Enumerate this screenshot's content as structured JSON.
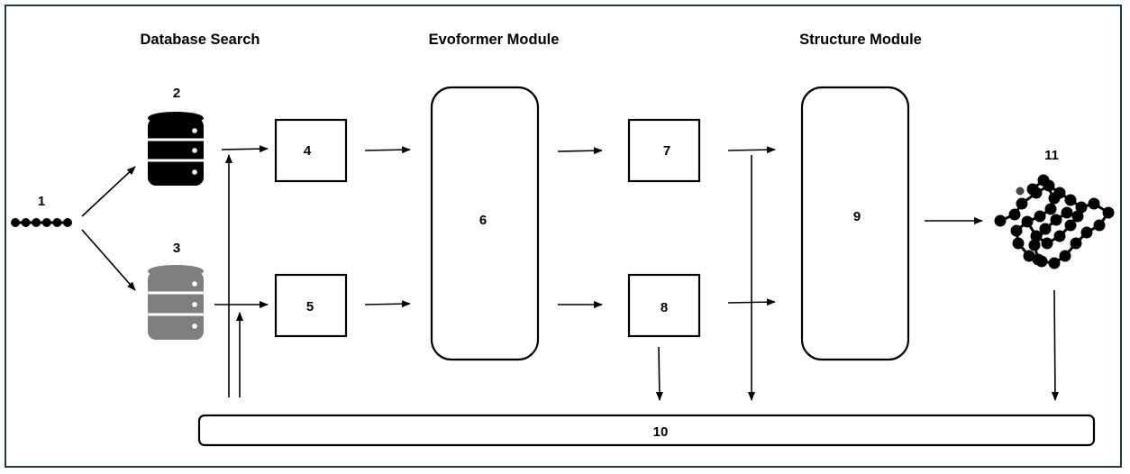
{
  "headings": {
    "database_search": "Database Search",
    "evoformer_module": "Evoformer Module",
    "structure_module": "Structure Module"
  },
  "labels": {
    "n1": "1",
    "n2": "2",
    "n3": "3",
    "n4": "4",
    "n5": "5",
    "n6": "6",
    "n7": "7",
    "n8": "8",
    "n9": "9",
    "n10": "10",
    "n11": "11"
  },
  "icons": {
    "database_black": "database-icon",
    "database_gray": "database-icon",
    "sequence": "bead-chain-icon",
    "folded_structure": "protein-structure-icon"
  },
  "colors": {
    "database_black": "#000000",
    "database_gray": "#7f7f7f",
    "frame_border": "#1f3b4d"
  }
}
